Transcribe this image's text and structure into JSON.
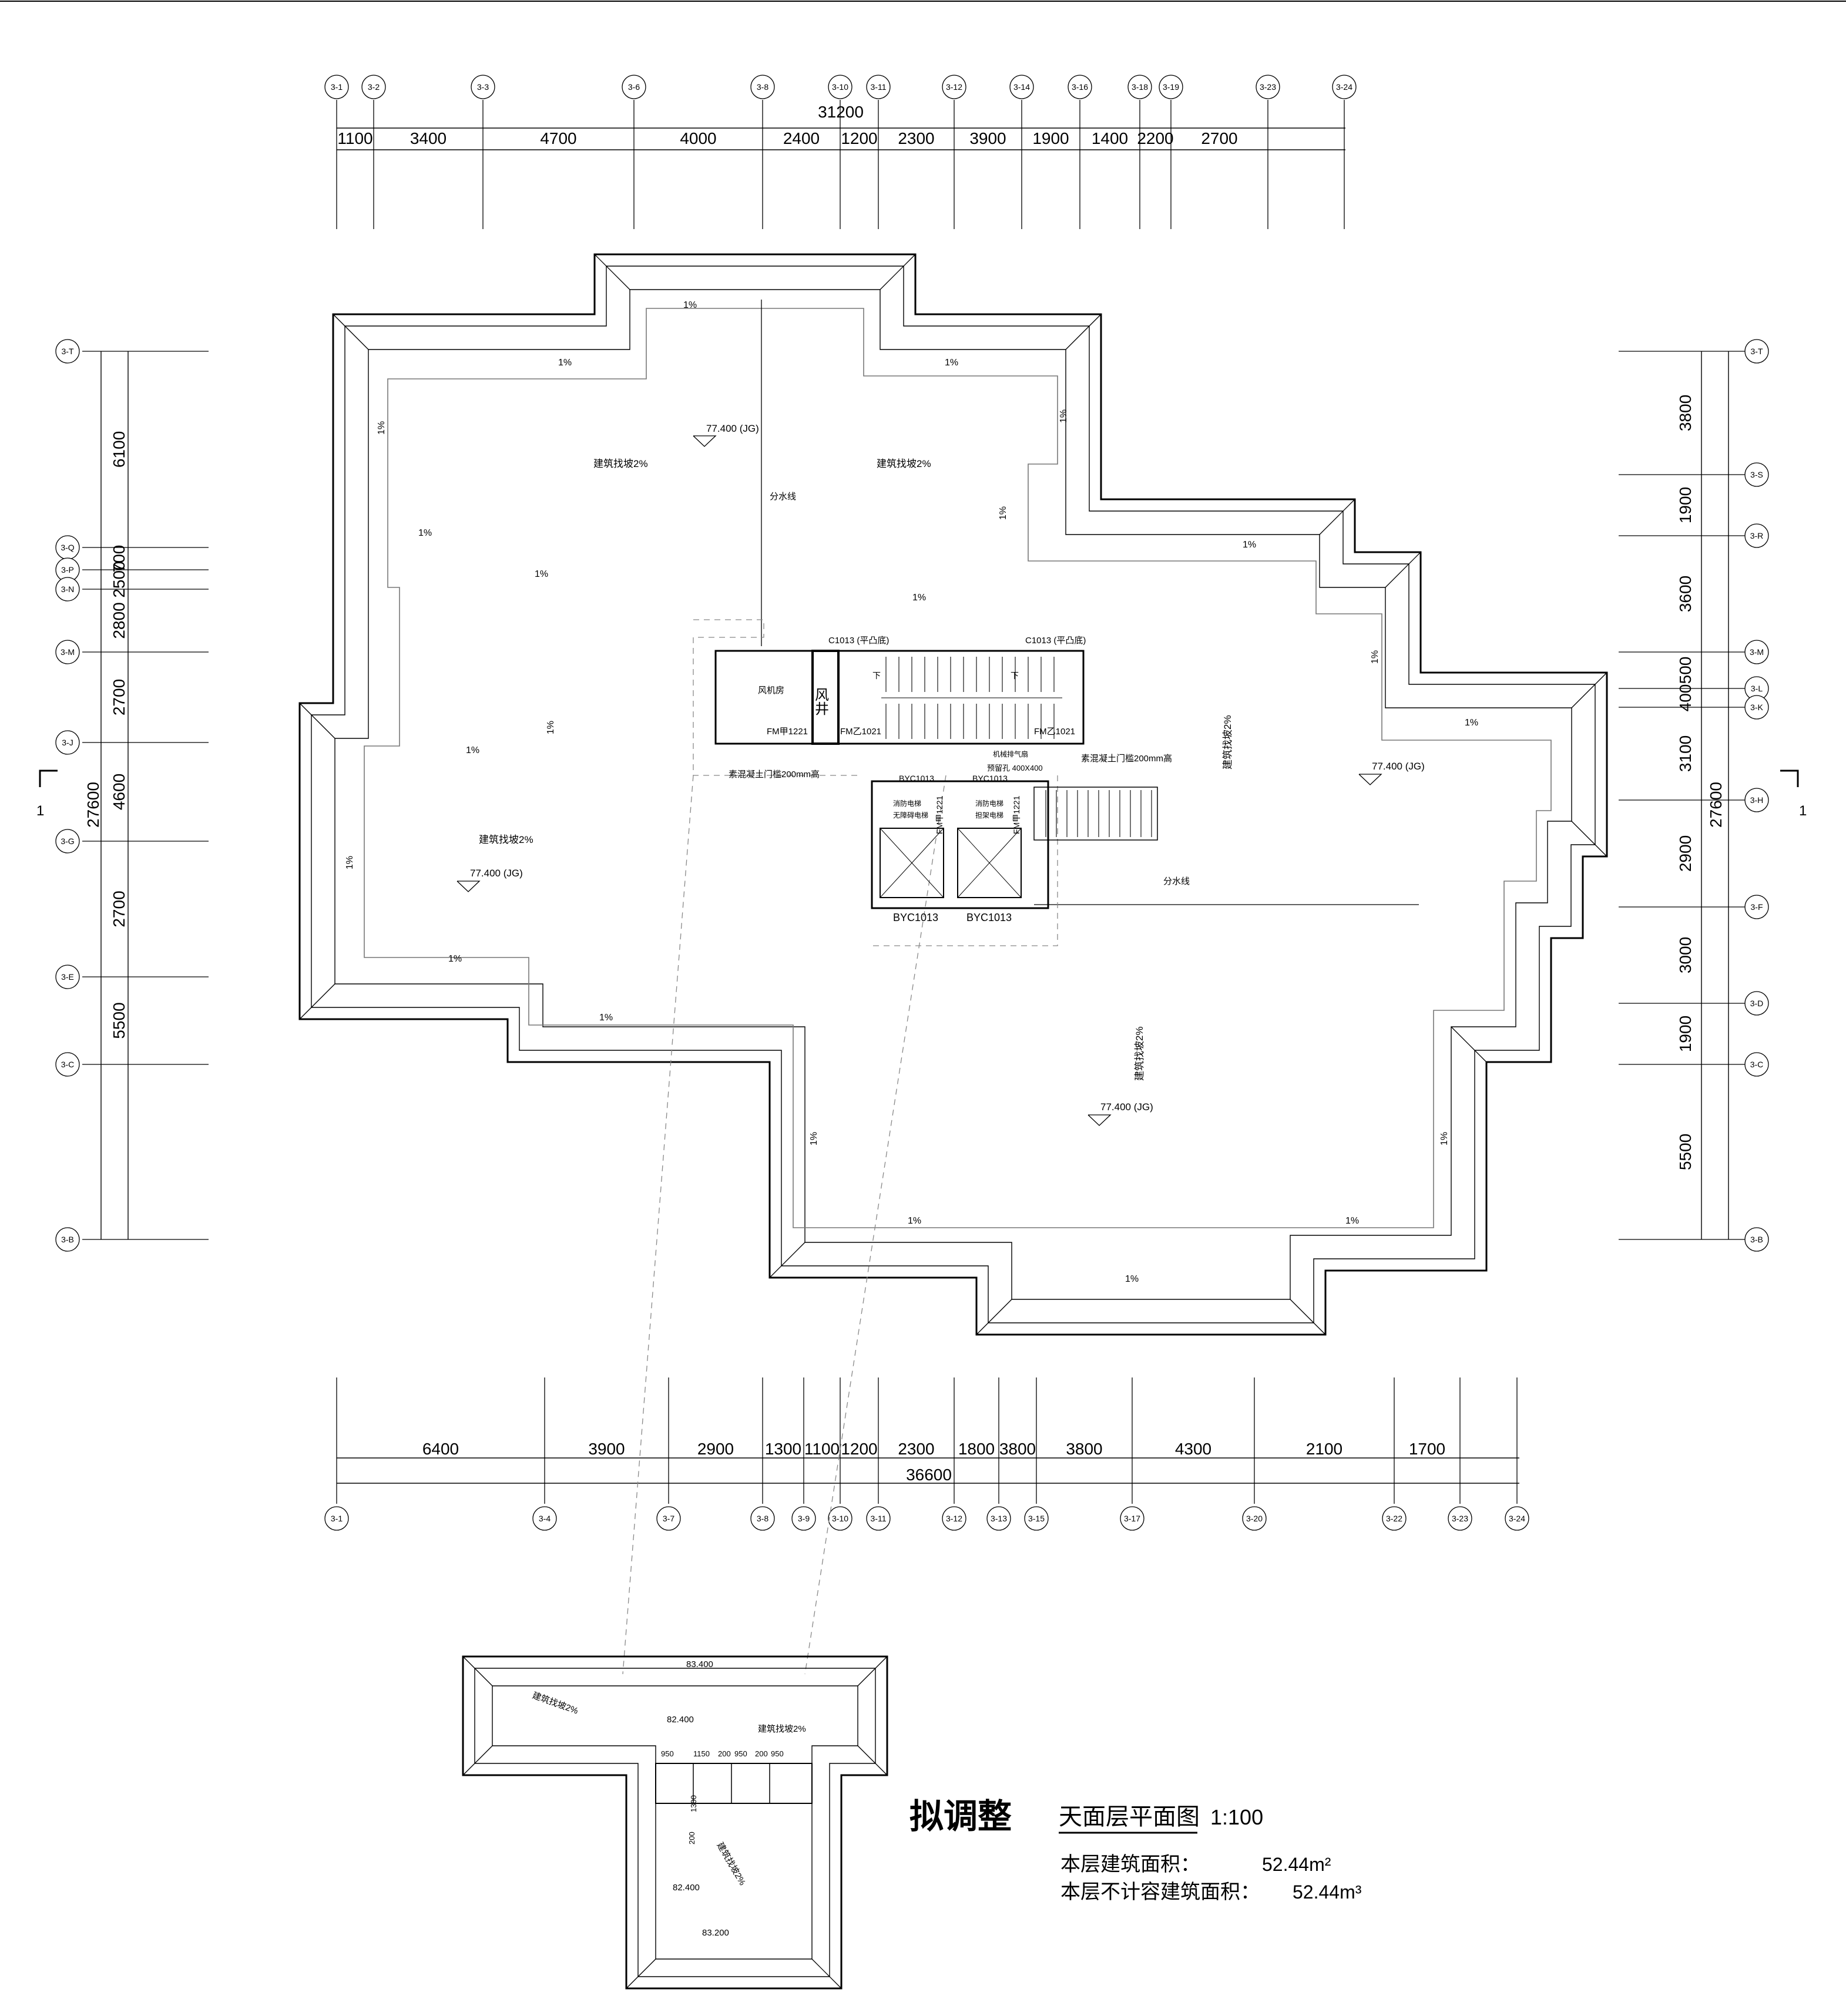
{
  "title_block": {
    "stamp": "拟调整",
    "drawing_title": "天面层平面图",
    "scale": "1:100",
    "area_label_1": "本层建筑面积：",
    "area_value_1": "52.44m²",
    "area_label_2": "本层不计容建筑面积：",
    "area_value_2": "52.44m³",
    "stamp_color": "#e8141b"
  },
  "grid_top": {
    "labels": [
      "3-1",
      "3-2",
      "3-3",
      "3-6",
      "3-8",
      "3-10",
      "3-11",
      "3-12",
      "3-14",
      "3-16",
      "3-18",
      "3-19",
      "3-23",
      "3-24"
    ],
    "total": "31200",
    "dims": [
      "1100",
      "3400",
      "4700",
      "4000",
      "2400",
      "1200",
      "2300",
      "3900",
      "1900",
      "1400",
      "2200",
      "2700"
    ]
  },
  "grid_bottom": {
    "labels": [
      "3-1",
      "3-4",
      "3-7",
      "3-8",
      "3-9",
      "3-10",
      "3-11",
      "3-12",
      "3-13",
      "3-15",
      "3-17",
      "3-20",
      "3-22",
      "3-23",
      "3-24"
    ],
    "total": "36600",
    "dims": [
      "6400",
      "3900",
      "2900",
      "1300",
      "1100",
      "1200",
      "2300",
      "1800",
      "3800",
      "3800",
      "4300",
      "2100",
      "1700"
    ]
  },
  "grid_left": {
    "labels": [
      "3-T",
      "3-Q",
      "3-P",
      "3-N",
      "3-M",
      "3-J",
      "3-G",
      "3-E",
      "3-C",
      "3-B"
    ],
    "total": "27600",
    "dims": [
      "6100",
      "700",
      "2500",
      "2800",
      "2700",
      "4600",
      "2700",
      "5500"
    ]
  },
  "grid_right": {
    "labels": [
      "3-T",
      "3-S",
      "3-R",
      "3-M",
      "3-L",
      "3-K",
      "3-H",
      "3-F",
      "3-D",
      "3-C",
      "3-B"
    ],
    "total": "27600",
    "dims": [
      "3800",
      "1900",
      "3600",
      "500",
      "400",
      "3100",
      "2900",
      "3000",
      "1900",
      "5500"
    ]
  },
  "section_mark": "1",
  "roof": {
    "slope_label": "建筑找坡2%",
    "elevation": "77.400 (JG)",
    "one_pct": "1%",
    "divide_line": "分水线"
  },
  "core": {
    "window_c1013": "C1013 (平凸底)",
    "fan_room": "风机房",
    "shaft": "风井",
    "door_fm1221": "FM甲1221",
    "door_fm1021": "FM乙1021",
    "curb_note": "素混凝土门槛200mm高",
    "vent_note": "机械排气扇",
    "hole_note": "预留孔 400X400",
    "byc": "BYC1013",
    "fire_lift": "消防电梯",
    "lift_sub_1": "无障碍电梯",
    "lift_sub_2": "担架电梯",
    "stair_down": "下"
  },
  "upper_roof": {
    "elev_top": "83.400",
    "elev_mid": "82.400",
    "elev_low": "82.400",
    "elev_bottom": "83.200",
    "dims": [
      "950",
      "1150",
      "200",
      "950",
      "200",
      "950"
    ],
    "dim_v1": "1300",
    "dim_v2": "200"
  }
}
